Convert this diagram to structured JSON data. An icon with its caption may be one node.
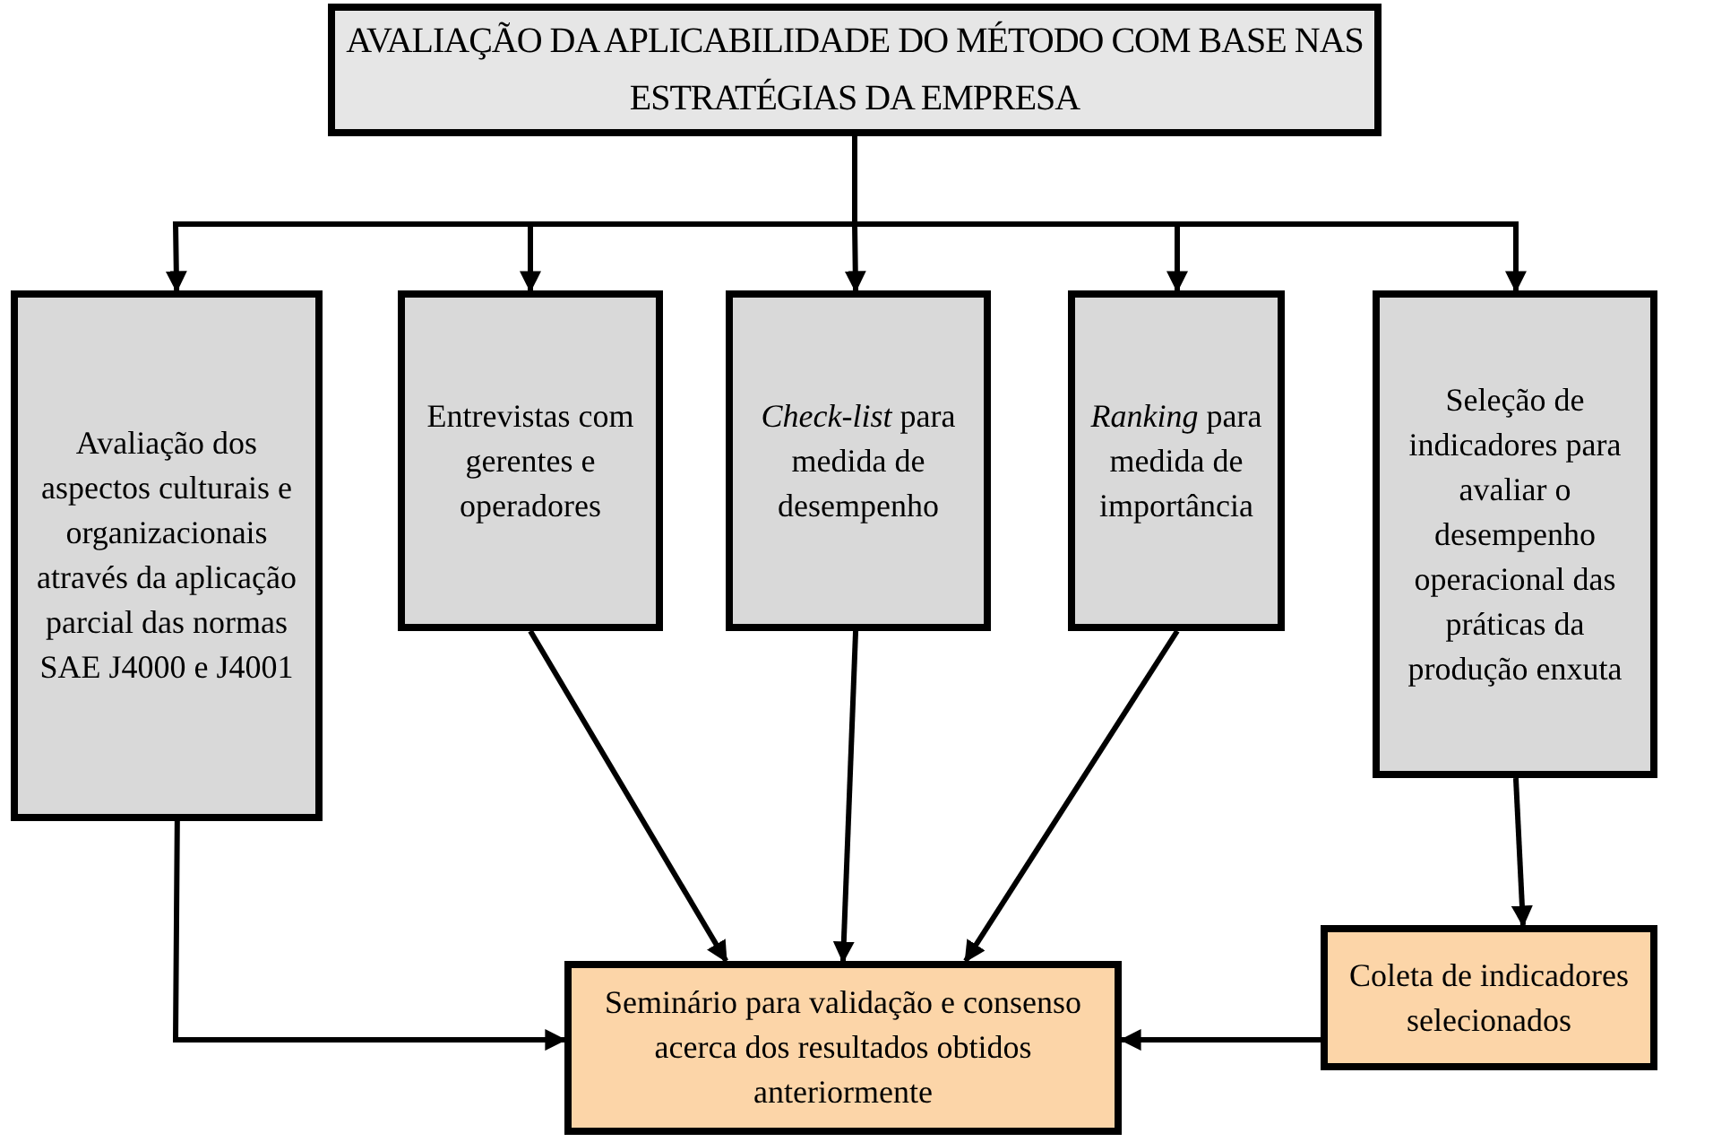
{
  "diagram": {
    "nodes": [
      {
        "text": [
          "AVALIAÇÃO DA APLICABILIDADE DO MÉTODO COM BASE NAS ESTRATÉGIAS DA EMPRESA"
        ]
      },
      {
        "text": [
          "Avaliação dos aspectos culturais e organizacionais através da aplicação parcial das normas SAE J4000 e J4001"
        ]
      },
      {
        "text": [
          "Entrevistas com gerentes e operadores"
        ]
      },
      {
        "text": [
          "*Check-list* para medida de desempenho"
        ]
      },
      {
        "text": [
          "*Ranking* para medida de importância"
        ]
      },
      {
        "text": [
          "Seleção de indicadores para avaliar o desempenho operacional das práticas da produção enxuta"
        ]
      },
      {
        "text": [
          "Seminário para validação e consenso acerca dos resultados obtidos anteriormente"
        ]
      },
      {
        "text": [
          "Coleta de indicadores selecionados"
        ]
      }
    ],
    "edges": [
      {
        "from": 0,
        "to": 1,
        "arrow": "to"
      },
      {
        "from": 0,
        "to": 2,
        "arrow": "to"
      },
      {
        "from": 0,
        "to": 3,
        "arrow": "to"
      },
      {
        "from": 0,
        "to": 4,
        "arrow": "to"
      },
      {
        "from": 0,
        "to": 5,
        "arrow": "to"
      },
      {
        "from": 1,
        "to": 6,
        "arrow": "to"
      },
      {
        "from": 2,
        "to": 6,
        "arrow": "to"
      },
      {
        "from": 3,
        "to": 6,
        "arrow": "to"
      },
      {
        "from": 4,
        "to": 6,
        "arrow": "to"
      },
      {
        "from": 5,
        "to": 7,
        "arrow": "to"
      },
      {
        "from": 7,
        "to": 6,
        "arrow": "to"
      }
    ]
  }
}
